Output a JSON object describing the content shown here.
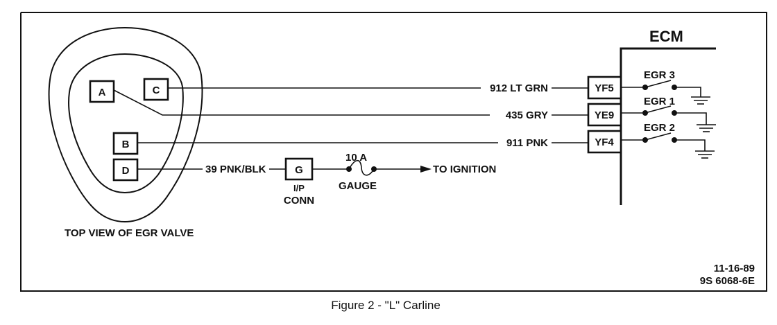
{
  "egr_valve": {
    "caption": "TOP VIEW OF EGR VALVE",
    "pins": [
      "A",
      "C",
      "B",
      "D"
    ]
  },
  "ecm": {
    "title": "ECM",
    "terminals": [
      "YF5",
      "YE9",
      "YF4"
    ],
    "switches": [
      "EGR 3",
      "EGR 1",
      "EGR 2"
    ]
  },
  "wires": [
    {
      "label": "912 LT GRN"
    },
    {
      "label": "435 GRY"
    },
    {
      "label": "911 PNK"
    },
    {
      "label": "39 PNK/BLK"
    }
  ],
  "connector": {
    "pin": "G",
    "line1": "I/P",
    "line2": "CONN"
  },
  "fuse": {
    "rating": "10 A",
    "name": "GAUGE"
  },
  "ignition_label": "TO IGNITION",
  "date_code": "11-16-89",
  "drawing_number": "9S 6068-6E",
  "figure_caption": "Figure 2 - \"L\" Carline"
}
